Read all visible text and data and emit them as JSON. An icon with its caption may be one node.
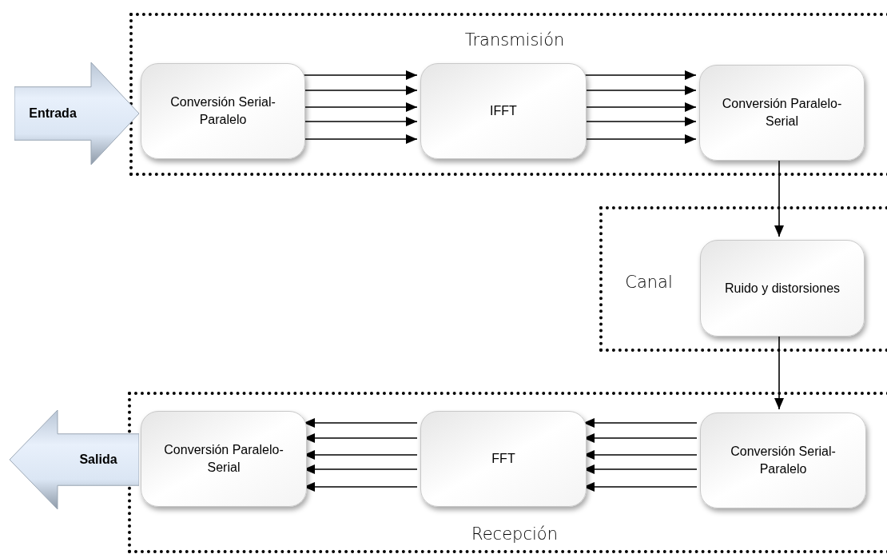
{
  "diagram": {
    "nodes": [
      {
        "text": [
          "Transmisión"
        ]
      },
      {
        "text": [
          "Entrada"
        ]
      },
      {
        "text": [
          "Conversión Serial-Paralelo"
        ],
        "in": 0
      },
      {
        "text": [
          "IFFT"
        ],
        "in": 0
      },
      {
        "text": [
          "Conversión Paralelo-Serial"
        ],
        "in": 0
      },
      {
        "text": [
          "Canal"
        ]
      },
      {
        "text": [
          "Ruido y distorsiones"
        ],
        "in": 5
      },
      {
        "text": [
          "Recepción"
        ]
      },
      {
        "text": [
          "Conversión Serial-Paralelo"
        ],
        "in": 7
      },
      {
        "text": [
          "FFT"
        ],
        "in": 7
      },
      {
        "text": [
          "Conversión Paralelo-Serial"
        ],
        "in": 7
      },
      {
        "text": [
          "Salida"
        ]
      }
    ],
    "edges": [
      {
        "from": 2,
        "to": 3,
        "arrow": "to"
      },
      {
        "from": 2,
        "to": 3,
        "arrow": "to"
      },
      {
        "from": 2,
        "to": 3,
        "arrow": "to"
      },
      {
        "from": 2,
        "to": 3,
        "arrow": "to"
      },
      {
        "from": 2,
        "to": 3,
        "arrow": "to"
      },
      {
        "from": 3,
        "to": 4,
        "arrow": "to"
      },
      {
        "from": 3,
        "to": 4,
        "arrow": "to"
      },
      {
        "from": 3,
        "to": 4,
        "arrow": "to"
      },
      {
        "from": 3,
        "to": 4,
        "arrow": "to"
      },
      {
        "from": 3,
        "to": 4,
        "arrow": "to"
      },
      {
        "from": 4,
        "to": 6,
        "arrow": "to"
      },
      {
        "from": 6,
        "to": 8,
        "arrow": "to"
      },
      {
        "from": 8,
        "to": 9,
        "arrow": "to"
      },
      {
        "from": 8,
        "to": 9,
        "arrow": "to"
      },
      {
        "from": 8,
        "to": 9,
        "arrow": "to"
      },
      {
        "from": 8,
        "to": 9,
        "arrow": "to"
      },
      {
        "from": 8,
        "to": 9,
        "arrow": "to"
      },
      {
        "from": 9,
        "to": 10,
        "arrow": "to"
      },
      {
        "from": 9,
        "to": 10,
        "arrow": "to"
      },
      {
        "from": 9,
        "to": 10,
        "arrow": "to"
      },
      {
        "from": 9,
        "to": 10,
        "arrow": "to"
      },
      {
        "from": 9,
        "to": 10,
        "arrow": "to"
      }
    ]
  }
}
